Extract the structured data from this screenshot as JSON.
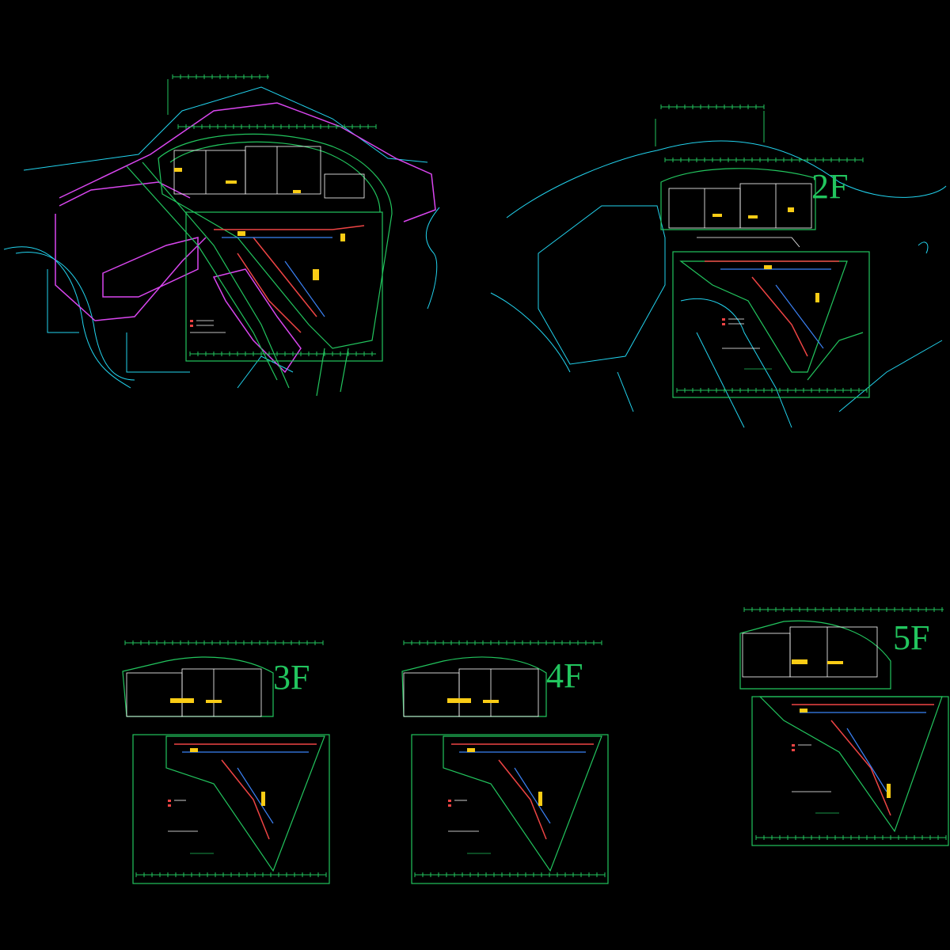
{
  "drawing": {
    "background": "#000000",
    "colors": {
      "frame": "#22c55e",
      "road": "#22d3ee",
      "boundary": "#d946ef",
      "duct": "#ef4444",
      "equipment": "#facc15",
      "wall": "#ffffff",
      "pipe_blue": "#3b82f6"
    },
    "sheets": [
      {
        "id": "sheet-1f",
        "label": ""
      },
      {
        "id": "sheet-2f",
        "label": "2F"
      },
      {
        "id": "sheet-3f",
        "label": "3F"
      },
      {
        "id": "sheet-4f",
        "label": "4F"
      },
      {
        "id": "sheet-5f",
        "label": "5F"
      }
    ]
  }
}
